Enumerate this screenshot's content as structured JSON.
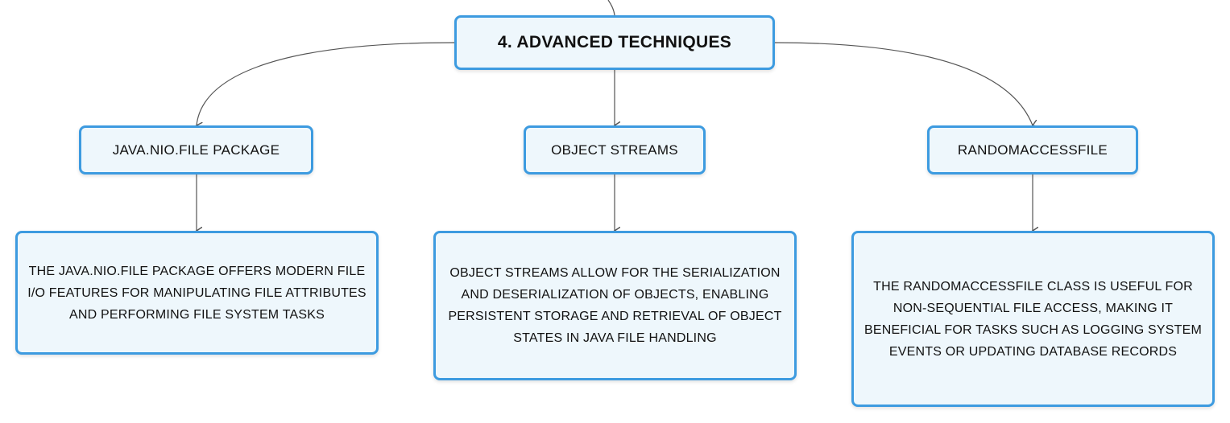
{
  "diagram": {
    "root": {
      "label": "4. ADVANCED TECHNIQUES"
    },
    "topics": [
      {
        "label": "JAVA.NIO.FILE PACKAGE",
        "detail_lines": [
          "THE JAVA.NIO.FILE PACKAGE OFFERS MODERN FILE",
          "I/O FEATURES FOR MANIPULATING FILE ATTRIBUTES",
          "AND PERFORMING FILE SYSTEM TASKS"
        ]
      },
      {
        "label": "OBJECT STREAMS",
        "detail_lines": [
          "OBJECT STREAMS ALLOW FOR THE SERIALIZATION",
          "AND DESERIALIZATION OF OBJECTS, ENABLING",
          "PERSISTENT STORAGE AND RETRIEVAL OF OBJECT",
          "STATES IN JAVA FILE HANDLING"
        ]
      },
      {
        "label": "RANDOMACCESSFILE",
        "detail_lines": [
          "THE RANDOMACCESSFILE CLASS IS USEFUL FOR",
          "NON-SEQUENTIAL FILE ACCESS, MAKING IT",
          "BENEFICIAL FOR TASKS SUCH AS LOGGING SYSTEM",
          "EVENTS OR UPDATING DATABASE RECORDS"
        ]
      }
    ],
    "colors": {
      "node_border": "#3d9be0",
      "node_fill": "#eef7fc",
      "connector": "#555555",
      "text": "#111111"
    }
  }
}
